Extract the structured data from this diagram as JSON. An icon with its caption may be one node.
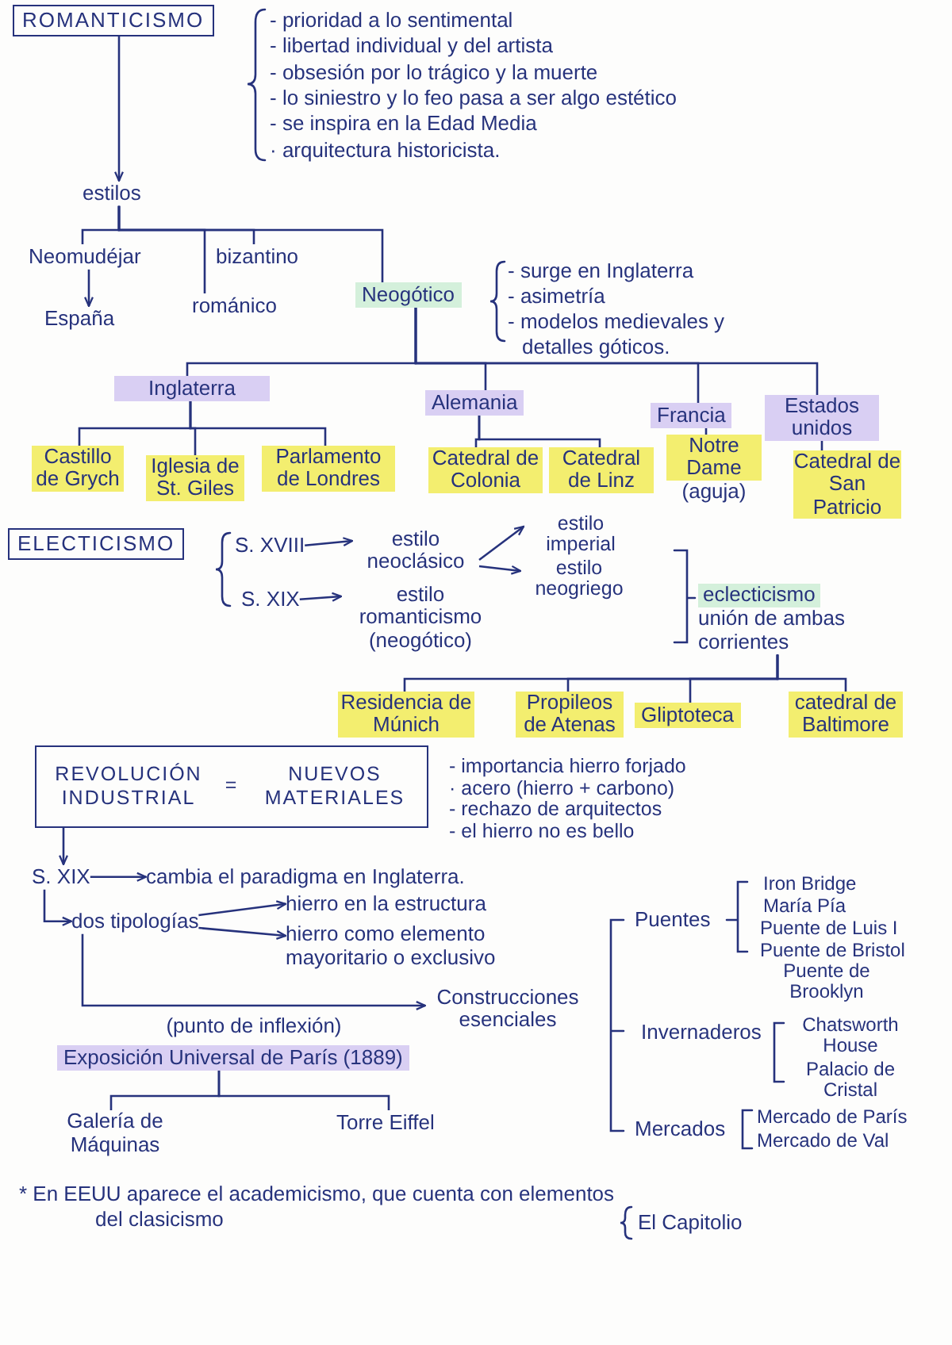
{
  "diagram": {
    "nodes": [
      {
        "text": [
          "ROMANTICISMO"
        ],
        "beside": [
          "- prioridad a lo sentimental",
          "- libertad individual y del artista",
          "- obsesión por lo trágico y la muerte",
          "- lo siniestro y lo feo pasa a ser algo estético",
          "- se inspira en la Edad Media",
          "· arquitectura historicista."
        ]
      },
      {
        "text": [
          "estilos"
        ]
      },
      {
        "text": [
          "Neomudéjar"
        ]
      },
      {
        "text": [
          "bizantino"
        ]
      },
      {
        "text": [
          "románico"
        ]
      },
      {
        "text": [
          "Neogótico"
        ],
        "beside": [
          "- surge en Inglaterra",
          "- asimetría",
          "- modelos medievales y detalles góticos."
        ]
      },
      {
        "text": [
          "España"
        ]
      },
      {
        "text": [
          "Inglaterra"
        ]
      },
      {
        "text": [
          "Alemania"
        ]
      },
      {
        "text": [
          "Francia"
        ]
      },
      {
        "text": [
          "Estados unidos"
        ]
      },
      {
        "text": [
          "Castillo de Grych"
        ]
      },
      {
        "text": [
          "Iglesia de St. Giles"
        ]
      },
      {
        "text": [
          "Parlamento de Londres"
        ]
      },
      {
        "text": [
          "Catedral de Colonia"
        ]
      },
      {
        "text": [
          "Catedral de Linz"
        ]
      },
      {
        "text": [
          "Notre Dame",
          "(aguja)"
        ]
      },
      {
        "text": [
          "Catedral de San Patricio"
        ]
      },
      {
        "text": [
          "ELECTICISMO"
        ]
      },
      {
        "text": [
          "S. XVIII"
        ]
      },
      {
        "text": [
          "estilo neoclásico"
        ]
      },
      {
        "text": [
          "estilo imperial"
        ]
      },
      {
        "text": [
          "estilo neogriego"
        ]
      },
      {
        "text": [
          "S. XIX"
        ]
      },
      {
        "text": [
          "estilo romanticismo (neogótico)"
        ]
      },
      {
        "text": [
          "eclecticismo",
          "unión de ambas corrientes"
        ]
      },
      {
        "text": [
          "Residencia de Múnich"
        ]
      },
      {
        "text": [
          "Propileos de Atenas"
        ]
      },
      {
        "text": [
          "Gliptoteca"
        ]
      },
      {
        "text": [
          "catedral de Baltimore"
        ]
      },
      {
        "text": [
          "REVOLUCIÓN INDUSTRIAL",
          "=",
          "NUEVOS MATERIALES"
        ],
        "beside": [
          "- importancia hierro forjado",
          "· acero (hierro + carbono)",
          "- rechazo de arquitectos",
          "- el hierro no es bello"
        ]
      },
      {
        "text": [
          "S. XIX"
        ]
      },
      {
        "text": [
          "cambia el paradigma en Inglaterra."
        ]
      },
      {
        "text": [
          "dos tipologías"
        ]
      },
      {
        "text": [
          "hierro en la estructura"
        ]
      },
      {
        "text": [
          "hierro como elemento mayoritario o exclusivo"
        ]
      },
      {
        "text": [
          "Construcciones esenciales"
        ]
      },
      {
        "text": [
          "Exposición Universal de París (1889)"
        ]
      },
      {
        "text": [
          "Galería de Máquinas"
        ]
      },
      {
        "text": [
          "Torre Eiffel"
        ]
      }
    ],
    "edges": [
      {
        "from": 0,
        "to": 1,
        "arrow": "to"
      },
      {
        "from": 1,
        "to": 2,
        "arrow": "none"
      },
      {
        "from": 1,
        "to": 3,
        "arrow": "none"
      },
      {
        "from": 1,
        "to": 4,
        "arrow": "none"
      },
      {
        "from": 1,
        "to": 5,
        "arrow": "none"
      },
      {
        "from": 2,
        "to": 6,
        "arrow": "to"
      },
      {
        "from": 5,
        "to": 7,
        "arrow": "none"
      },
      {
        "from": 5,
        "to": 8,
        "arrow": "none"
      },
      {
        "from": 5,
        "to": 9,
        "arrow": "none"
      },
      {
        "from": 5,
        "to": 10,
        "arrow": "none"
      },
      {
        "from": 7,
        "to": 11,
        "arrow": "none"
      },
      {
        "from": 7,
        "to": 12,
        "arrow": "none"
      },
      {
        "from": 7,
        "to": 13,
        "arrow": "none"
      },
      {
        "from": 8,
        "to": 14,
        "arrow": "none"
      },
      {
        "from": 8,
        "to": 15,
        "arrow": "none"
      },
      {
        "from": 9,
        "to": 16,
        "arrow": "none"
      },
      {
        "from": 10,
        "to": 17,
        "arrow": "none"
      },
      {
        "from": 19,
        "to": 20,
        "arrow": "to"
      },
      {
        "from": 20,
        "to": 21,
        "arrow": "to"
      },
      {
        "from": 20,
        "to": 22,
        "arrow": "to"
      },
      {
        "from": 23,
        "to": 24,
        "arrow": "to"
      },
      {
        "from": 25,
        "to": 26,
        "arrow": "none"
      },
      {
        "from": 25,
        "to": 27,
        "arrow": "none"
      },
      {
        "from": 25,
        "to": 28,
        "arrow": "none"
      },
      {
        "from": 25,
        "to": 29,
        "arrow": "none"
      },
      {
        "from": 30,
        "to": 31,
        "arrow": "to"
      },
      {
        "from": 31,
        "to": 32,
        "arrow": "to"
      },
      {
        "from": 31,
        "to": 33,
        "arrow": "to"
      },
      {
        "from": 33,
        "to": 34,
        "arrow": "to"
      },
      {
        "from": 33,
        "to": 35,
        "arrow": "to"
      },
      {
        "from": 33,
        "to": 36,
        "arrow": "to",
        "label": "(punto de inflexión)"
      },
      {
        "from": 37,
        "to": 38,
        "arrow": "none"
      },
      {
        "from": 37,
        "to": 39,
        "arrow": "none"
      }
    ],
    "labels": [
      "Puentes",
      "Iron Bridge",
      "María Pía",
      "Puente de Luis I",
      "Puente de Bristol",
      "Puente de Brooklyn",
      "Invernaderos",
      "Chatsworth House",
      "Palacio de Cristal",
      "Mercados",
      "Mercado de París",
      "Mercado de Val",
      "* En EEUU aparece el academicismo, que cuenta con elementos del clasicismo",
      "El Capitolio"
    ]
  }
}
